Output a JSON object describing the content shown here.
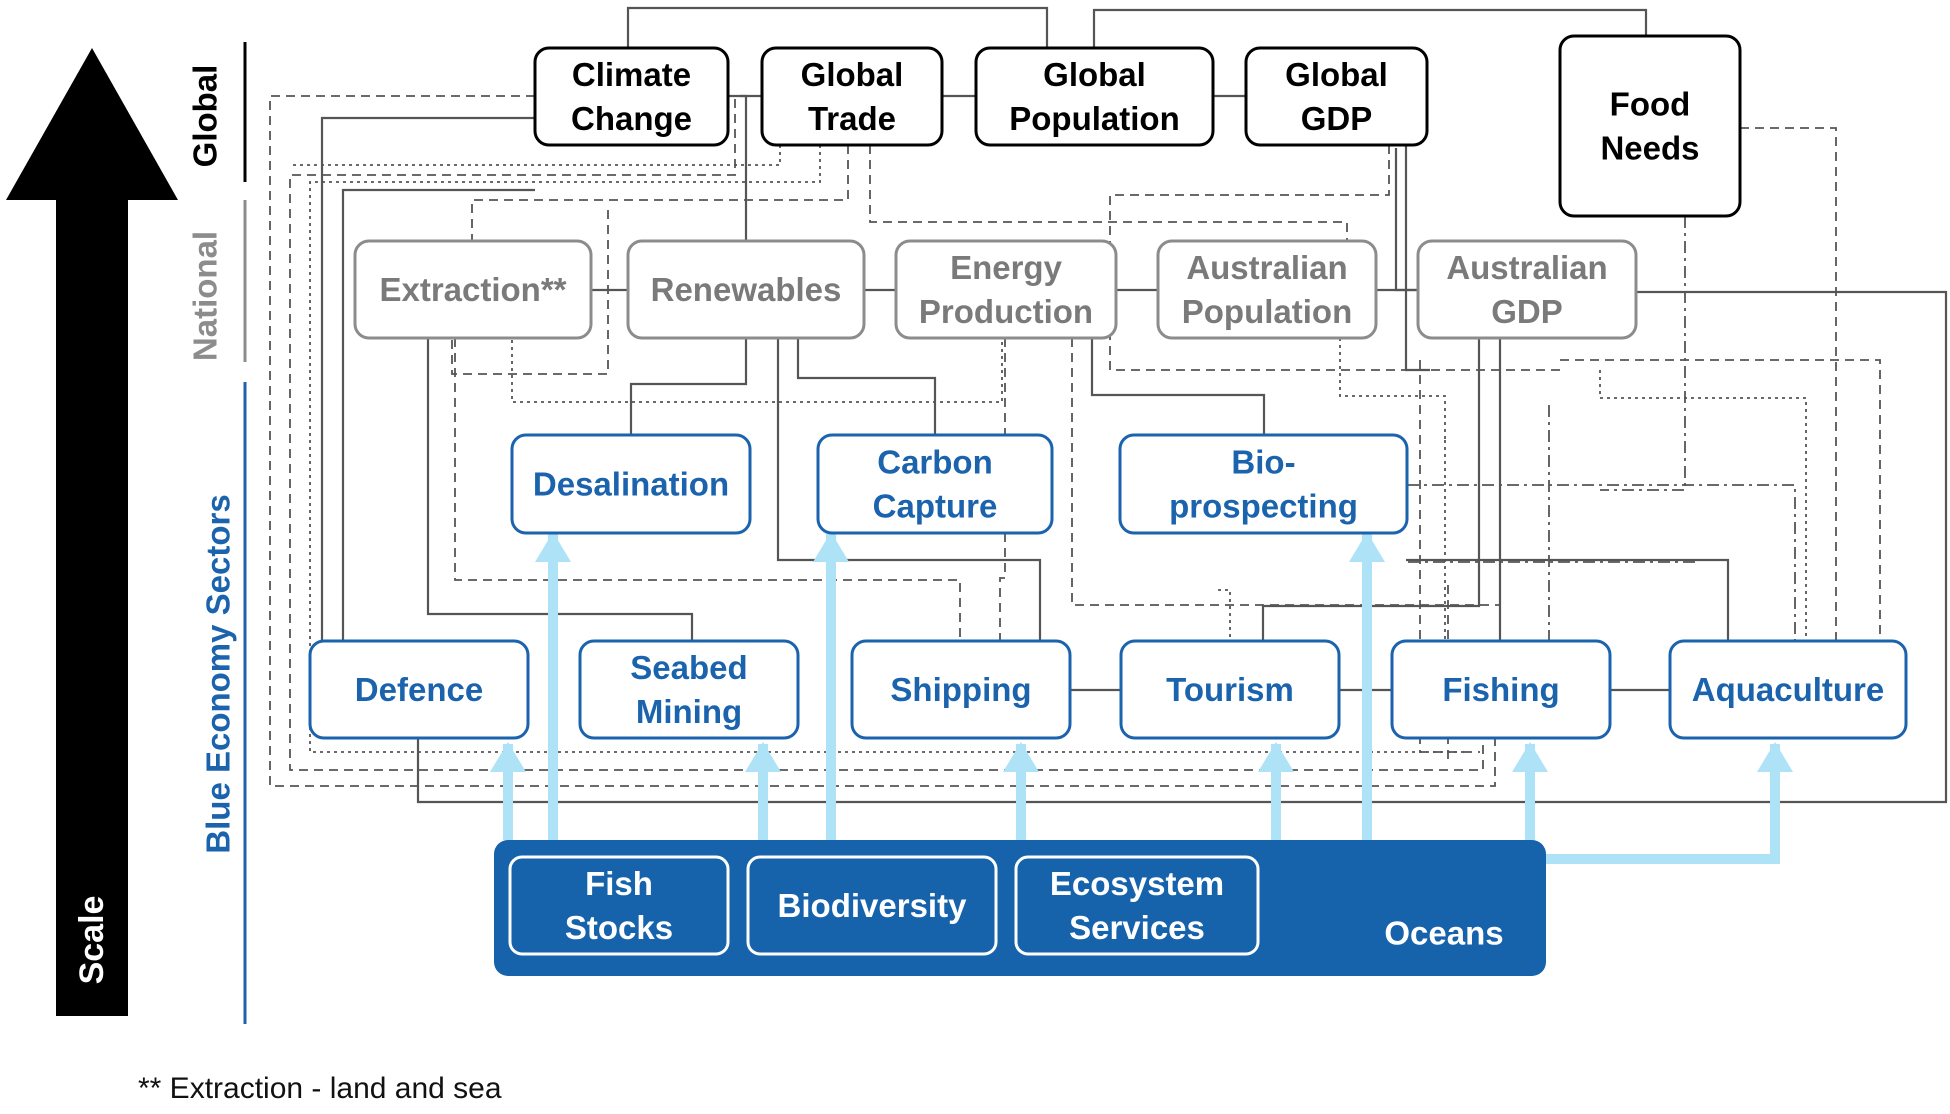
{
  "colors": {
    "global": "#000000",
    "national": "#8c8c8c",
    "sector": "#1b63ad",
    "ocean_fill": "#1663ab",
    "ocean_text": "#ffffff",
    "flow_arrow": "#aee2f6",
    "connector": "#555555"
  },
  "scale_axis": {
    "label": "Scale",
    "icon": "up-arrow-icon"
  },
  "levels": [
    {
      "key": "global",
      "label": "Global"
    },
    {
      "key": "national",
      "label": "National"
    },
    {
      "key": "sectors",
      "label": "Blue Economy Sectors"
    }
  ],
  "global_nodes": [
    {
      "key": "climate",
      "lines": [
        "Climate",
        "Change"
      ]
    },
    {
      "key": "trade",
      "lines": [
        "Global",
        "Trade"
      ]
    },
    {
      "key": "population",
      "lines": [
        "Global",
        "Population"
      ]
    },
    {
      "key": "gdp",
      "lines": [
        "Global",
        "GDP"
      ]
    },
    {
      "key": "food",
      "lines": [
        "Food",
        "Needs"
      ]
    }
  ],
  "national_nodes": [
    {
      "key": "extraction",
      "lines": [
        "Extraction**"
      ]
    },
    {
      "key": "renewables",
      "lines": [
        "Renewables"
      ]
    },
    {
      "key": "energy",
      "lines": [
        "Energy",
        "Production"
      ]
    },
    {
      "key": "aus_pop",
      "lines": [
        "Australian",
        "Population"
      ]
    },
    {
      "key": "aus_gdp",
      "lines": [
        "Australian",
        "GDP"
      ]
    }
  ],
  "sector_nodes": [
    {
      "key": "desal",
      "lines": [
        "Desalination"
      ]
    },
    {
      "key": "carbon",
      "lines": [
        "Carbon",
        "Capture"
      ]
    },
    {
      "key": "bio",
      "lines": [
        "Bio-",
        "prospecting"
      ]
    },
    {
      "key": "defence",
      "lines": [
        "Defence"
      ]
    },
    {
      "key": "seabed",
      "lines": [
        "Seabed",
        "Mining"
      ]
    },
    {
      "key": "shipping",
      "lines": [
        "Shipping"
      ]
    },
    {
      "key": "tourism",
      "lines": [
        "Tourism"
      ]
    },
    {
      "key": "fishing",
      "lines": [
        "Fishing"
      ]
    },
    {
      "key": "aquaculture",
      "lines": [
        "Aquaculture"
      ]
    }
  ],
  "oceans": {
    "label": "Oceans",
    "resources": [
      {
        "key": "fish_stocks",
        "lines": [
          "Fish",
          "Stocks"
        ]
      },
      {
        "key": "biodiversity",
        "lines": [
          "Biodiversity"
        ]
      },
      {
        "key": "ecosystem",
        "lines": [
          "Ecosystem",
          "Services"
        ]
      }
    ]
  },
  "footnote": "** Extraction - land and sea"
}
